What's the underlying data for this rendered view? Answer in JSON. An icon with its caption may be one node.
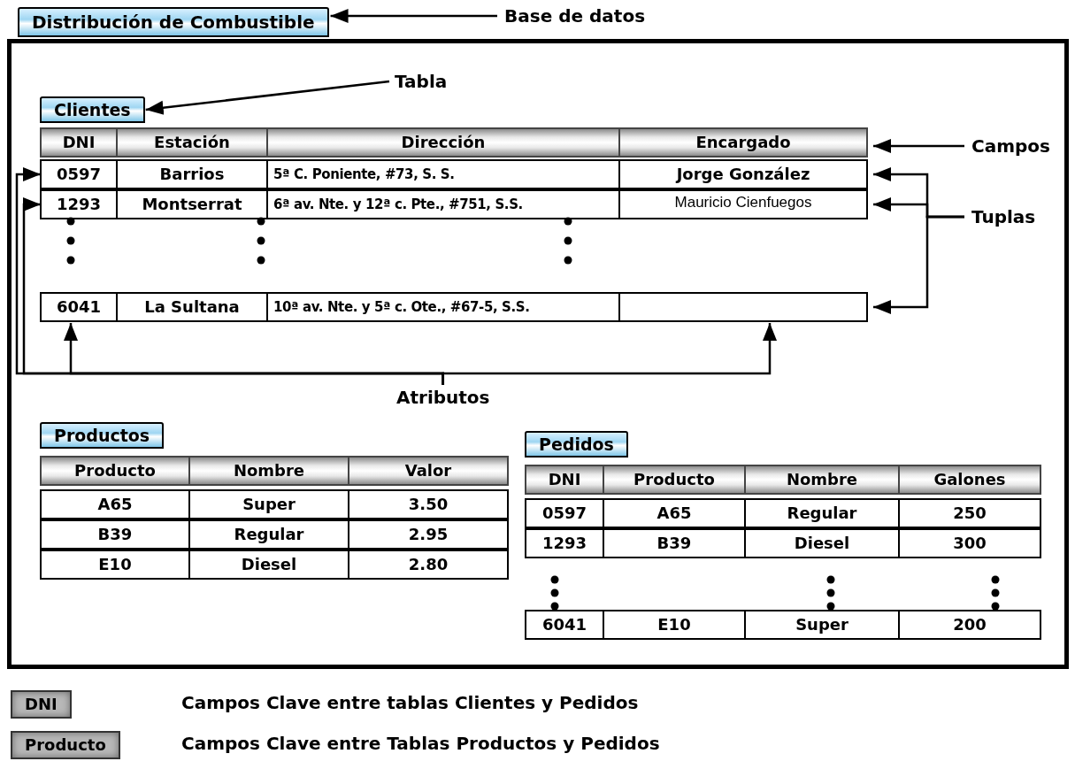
{
  "diagram": {
    "nodes": [
      {
        "text": [
          "Distribución de Combustible"
        ]
      },
      {
        "text": [
          "Base de datos"
        ]
      },
      {
        "text": [
          "Tabla"
        ],
        "in": 0
      },
      {
        "text": [
          "Clientes"
        ],
        "in": 0
      },
      {
        "text": [
          "DNI",
          "Estación",
          "Dirección",
          "Encargado"
        ],
        "in": 0
      },
      {
        "text": [
          "0597",
          "Barrios",
          "5ª C. Poniente, #73, S. S.",
          "Jorge González"
        ],
        "in": 0
      },
      {
        "text": [
          "1293",
          "Montserrat",
          "6ª av. Nte. y 12ª c. Pte., #751, S.S.",
          "Mauricio Cienfuegos"
        ],
        "in": 0
      },
      {
        "text": [
          "6041",
          "La Sultana",
          "10ª av. Nte. y 5ª c. Ote., #67-5, S.S."
        ],
        "in": 0
      },
      {
        "text": [
          "Campos"
        ],
        "in": 0
      },
      {
        "text": [
          "Tuplas"
        ],
        "in": 0
      },
      {
        "text": [
          "Atributos"
        ],
        "in": 0
      },
      {
        "text": [
          "Productos"
        ],
        "in": 0
      },
      {
        "text": [
          "Producto",
          "Nombre",
          "Valor"
        ],
        "in": 0
      },
      {
        "text": [
          "A65",
          "Super",
          "3.50"
        ],
        "in": 0
      },
      {
        "text": [
          "B39",
          "Regular",
          "2.95"
        ],
        "in": 0
      },
      {
        "text": [
          "E10",
          "Diesel",
          "2.80"
        ],
        "in": 0
      },
      {
        "text": [
          "Pedidos"
        ],
        "in": 0
      },
      {
        "text": [
          "DNI",
          "Producto",
          "Nombre",
          "Galones"
        ],
        "in": 0
      },
      {
        "text": [
          "0597",
          "A65",
          "Regular",
          "250"
        ],
        "in": 0
      },
      {
        "text": [
          "1293",
          "B39",
          "Diesel",
          "300"
        ],
        "in": 0
      },
      {
        "text": [
          "6041",
          "E10",
          "Super",
          "200"
        ],
        "in": 0
      }
    ],
    "edges": [
      {
        "from": 1,
        "to": 0,
        "arrow": "to"
      },
      {
        "from": 2,
        "to": 3,
        "arrow": "to"
      },
      {
        "from": 8,
        "to": 4,
        "arrow": "to"
      },
      {
        "from": 9,
        "to": 5,
        "arrow": "to"
      },
      {
        "from": 9,
        "to": 6,
        "arrow": "to"
      },
      {
        "from": 9,
        "to": 7,
        "arrow": "to"
      },
      {
        "from": 10,
        "to": 7,
        "arrow": "to"
      },
      {
        "from": 10,
        "to": 5,
        "arrow": "to"
      },
      {
        "from": 10,
        "to": 6,
        "arrow": "to"
      },
      {
        "from": 10,
        "to": 7,
        "arrow": "to"
      }
    ],
    "labels": [
      "DNI",
      "Producto"
    ],
    "legend": [
      {
        "text": "Campos Clave entre tablas Clientes y Pedidos",
        "color": "#b8b8b8"
      },
      {
        "text": "Campos Clave entre Tablas Productos y Pedidos",
        "color": "#b8b8b8"
      }
    ]
  }
}
